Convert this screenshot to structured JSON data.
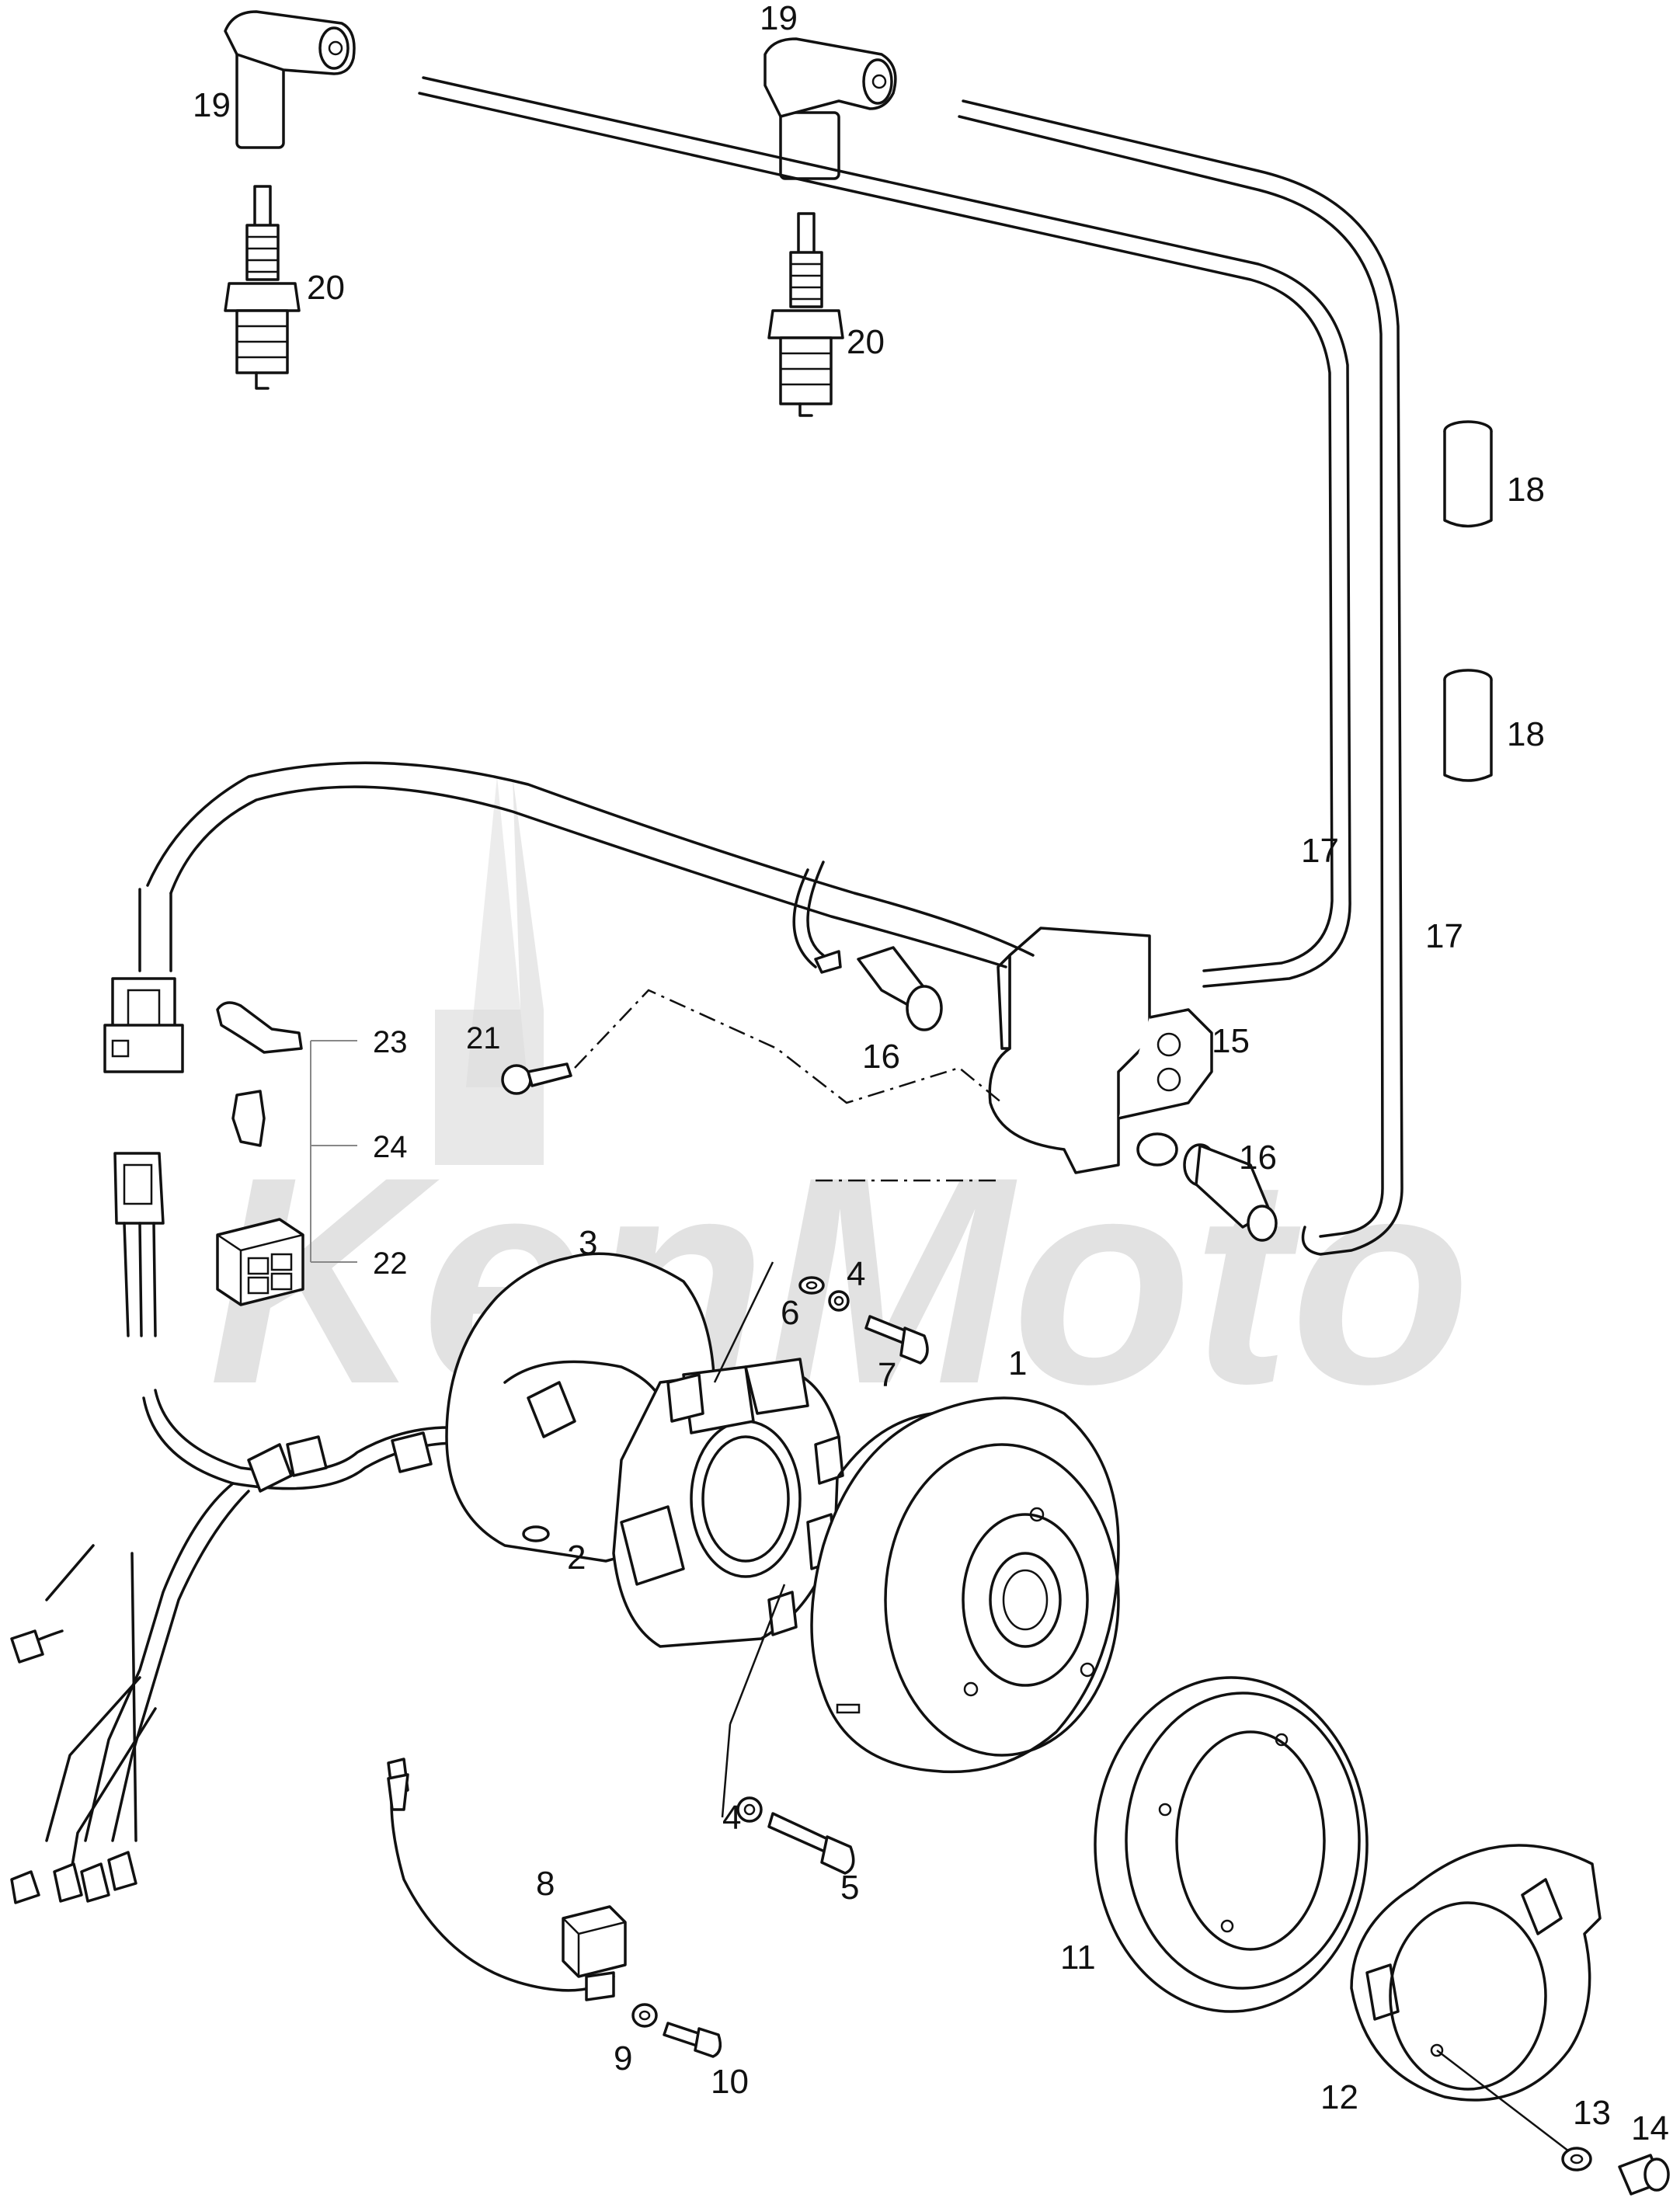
{
  "labels": {
    "p1": "1",
    "p2": "2",
    "p3": "3",
    "p4a": "4",
    "p4b": "4",
    "p5": "5",
    "p6": "6",
    "p7": "7",
    "p8": "8",
    "p9": "9",
    "p10": "10",
    "p11": "11",
    "p12": "12",
    "p13": "13",
    "p14": "14",
    "p15": "15",
    "p16a": "16",
    "p16b": "16",
    "p17a": "17",
    "p17b": "17",
    "p18a": "18",
    "p18b": "18",
    "p19a": "19",
    "p19b": "19",
    "p20a": "20",
    "p20b": "20",
    "p21": "21",
    "p22": "22",
    "p23": "23",
    "p24": "24"
  },
  "watermark": {
    "text": "KenMoto",
    "color": "#d9d9d9"
  }
}
